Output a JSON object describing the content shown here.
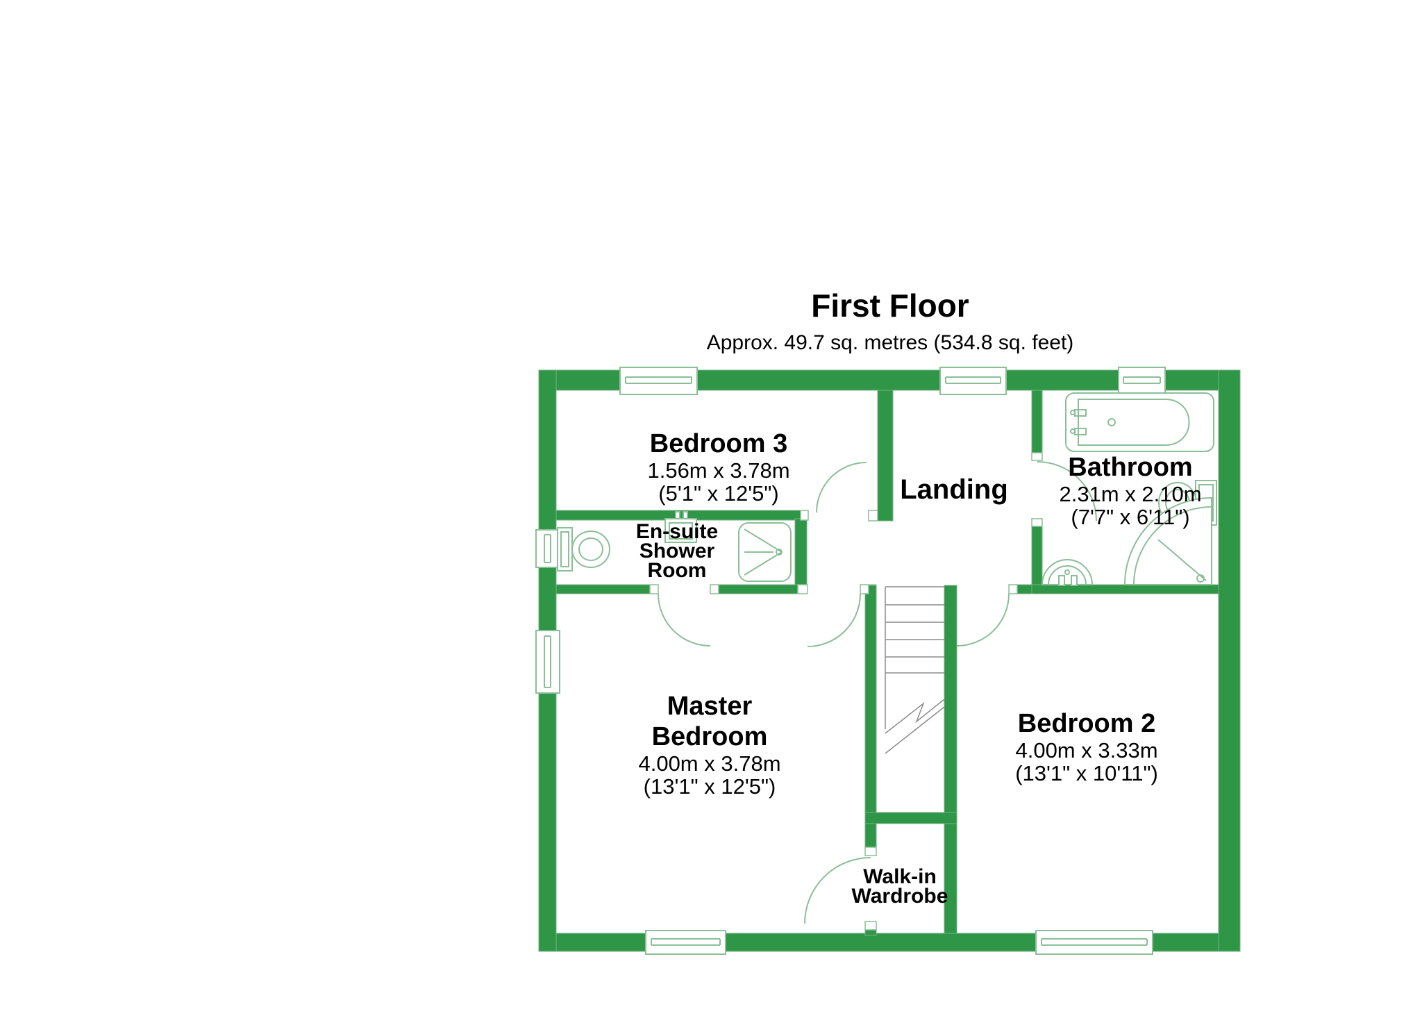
{
  "title": {
    "heading": "First Floor",
    "subtitle": "Approx. 49.7 sq. metres (534.8 sq. feet)"
  },
  "colors": {
    "wall_green": "#2F9547",
    "fixture_outline": "#8CBE98",
    "stair_line": "#8C8C8C",
    "text": "#000000",
    "background": "#FFFFFF"
  },
  "rooms": {
    "bedroom3": {
      "name": "Bedroom 3",
      "size_metric": "1.56m x 3.78m",
      "size_imperial": "(5'1\" x 12'5\")"
    },
    "ensuite": {
      "line1": "En-suite",
      "line2": "Shower",
      "line3": "Room"
    },
    "landing": {
      "name": "Landing"
    },
    "bathroom": {
      "name": "Bathroom",
      "size_metric": "2.31m x 2.10m",
      "size_imperial": "(7'7\" x 6'11\")"
    },
    "master": {
      "line1": "Master",
      "line2": "Bedroom",
      "size_metric": "4.00m x 3.78m",
      "size_imperial": "(13'1\" x 12'5\")"
    },
    "bedroom2": {
      "name": "Bedroom 2",
      "size_metric": "4.00m x 3.33m",
      "size_imperial": "(13'1\" x 10'11\")"
    },
    "wardrobe": {
      "line1": "Walk-in",
      "line2": "Wardrobe"
    }
  }
}
